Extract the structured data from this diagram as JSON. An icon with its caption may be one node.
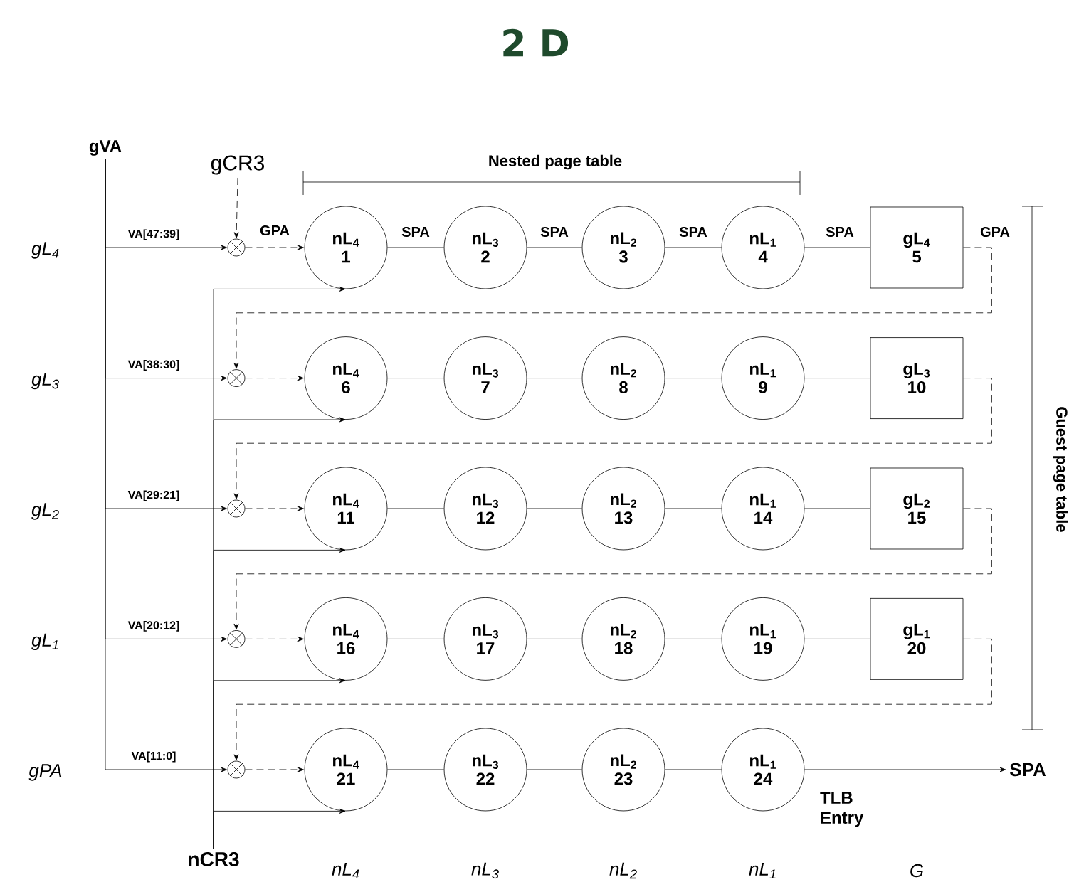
{
  "diagram": {
    "title": "2 D",
    "nodes": [
      {
        "text": [
          "nL$_{4}$",
          "1"
        ]
      },
      {
        "text": [
          "nL$_{3}$",
          "2"
        ]
      },
      {
        "text": [
          "nL$_{2}$",
          "3"
        ]
      },
      {
        "text": [
          "nL$_{1}$",
          "4"
        ]
      },
      {
        "text": [
          "gL$_{4}$",
          "5"
        ]
      },
      {
        "text": [
          "nL$_{4}$",
          "6"
        ]
      },
      {
        "text": [
          "nL$_{3}$",
          "7"
        ]
      },
      {
        "text": [
          "nL$_{2}$",
          "8"
        ]
      },
      {
        "text": [
          "nL$_{1}$",
          "9"
        ]
      },
      {
        "text": [
          "gL$_{3}$",
          "10"
        ]
      },
      {
        "text": [
          "nL$_{4}$",
          "11"
        ]
      },
      {
        "text": [
          "nL$_{3}$",
          "12"
        ]
      },
      {
        "text": [
          "nL$_{2}$",
          "13"
        ]
      },
      {
        "text": [
          "nL$_{1}$",
          "14"
        ]
      },
      {
        "text": [
          "gL$_{2}$",
          "15"
        ]
      },
      {
        "text": [
          "nL$_{4}$",
          "16"
        ]
      },
      {
        "text": [
          "nL$_{3}$",
          "17"
        ]
      },
      {
        "text": [
          "nL$_{2}$",
          "18"
        ]
      },
      {
        "text": [
          "nL$_{1}$",
          "19"
        ]
      },
      {
        "text": [
          "gL$_{1}$",
          "20"
        ]
      },
      {
        "text": [
          "nL$_{4}$",
          "21"
        ]
      },
      {
        "text": [
          "nL$_{3}$",
          "22"
        ]
      },
      {
        "text": [
          "nL$_{2}$",
          "23"
        ]
      },
      {
        "text": [
          "nL$_{1}$",
          "24"
        ]
      },
      {
        "text": [],
        "shape": "circle"
      },
      {
        "text": [],
        "shape": "circle"
      },
      {
        "text": [],
        "shape": "circle"
      },
      {
        "text": [],
        "shape": "circle"
      },
      {
        "text": [],
        "shape": "circle"
      },
      {
        "text": [
          "gVA"
        ]
      },
      {
        "text": [
          "gCR3"
        ]
      },
      {
        "text": [
          "nCR3"
        ]
      },
      {
        "text": [
          "SPA"
        ]
      }
    ],
    "edges": [
      {
        "from": 30,
        "to": 24,
        "arrow": "to",
        "style": "dashed"
      },
      {
        "from": 29,
        "to": 24,
        "arrow": "to",
        "label": "VA[47:39]"
      },
      {
        "from": 24,
        "to": 0,
        "arrow": "to",
        "style": "dashed",
        "label": "GPA"
      },
      {
        "from": 31,
        "to": 0,
        "arrow": "to"
      },
      {
        "from": 0,
        "to": 1,
        "arrow": "none",
        "label": "SPA"
      },
      {
        "from": 1,
        "to": 2,
        "arrow": "none",
        "label": "SPA"
      },
      {
        "from": 2,
        "to": 3,
        "arrow": "none",
        "label": "SPA"
      },
      {
        "from": 3,
        "to": 4,
        "arrow": "none",
        "label": "SPA"
      },
      {
        "from": 4,
        "to": 25,
        "arrow": "to",
        "style": "dashed",
        "label": "GPA"
      },
      {
        "from": 29,
        "to": 25,
        "arrow": "to",
        "label": "VA[38:30]"
      },
      {
        "from": 25,
        "to": 5,
        "arrow": "to",
        "style": "dashed"
      },
      {
        "from": 31,
        "to": 5,
        "arrow": "to"
      },
      {
        "from": 5,
        "to": 6,
        "arrow": "none"
      },
      {
        "from": 6,
        "to": 7,
        "arrow": "none"
      },
      {
        "from": 7,
        "to": 8,
        "arrow": "none"
      },
      {
        "from": 8,
        "to": 9,
        "arrow": "none"
      },
      {
        "from": 9,
        "to": 26,
        "arrow": "to",
        "style": "dashed"
      },
      {
        "from": 29,
        "to": 26,
        "arrow": "to",
        "label": "VA[29:21]"
      },
      {
        "from": 26,
        "to": 10,
        "arrow": "to",
        "style": "dashed"
      },
      {
        "from": 31,
        "to": 10,
        "arrow": "to"
      },
      {
        "from": 10,
        "to": 11,
        "arrow": "none"
      },
      {
        "from": 11,
        "to": 12,
        "arrow": "none"
      },
      {
        "from": 12,
        "to": 13,
        "arrow": "none"
      },
      {
        "from": 13,
        "to": 14,
        "arrow": "none"
      },
      {
        "from": 14,
        "to": 27,
        "arrow": "to",
        "style": "dashed"
      },
      {
        "from": 29,
        "to": 27,
        "arrow": "to",
        "label": "VA[20:12]"
      },
      {
        "from": 27,
        "to": 15,
        "arrow": "to",
        "style": "dashed"
      },
      {
        "from": 31,
        "to": 15,
        "arrow": "to"
      },
      {
        "from": 15,
        "to": 16,
        "arrow": "none"
      },
      {
        "from": 16,
        "to": 17,
        "arrow": "none"
      },
      {
        "from": 17,
        "to": 18,
        "arrow": "none"
      },
      {
        "from": 18,
        "to": 19,
        "arrow": "none"
      },
      {
        "from": 19,
        "to": 28,
        "arrow": "to",
        "style": "dashed"
      },
      {
        "from": 29,
        "to": 28,
        "arrow": "to",
        "label": "VA[11:0]"
      },
      {
        "from": 28,
        "to": 20,
        "arrow": "to",
        "style": "dashed"
      },
      {
        "from": 31,
        "to": 20,
        "arrow": "to"
      },
      {
        "from": 20,
        "to": 21,
        "arrow": "none"
      },
      {
        "from": 21,
        "to": 22,
        "arrow": "none"
      },
      {
        "from": 22,
        "to": 23,
        "arrow": "none"
      },
      {
        "from": 23,
        "to": 32,
        "arrow": "to",
        "label": "TLB Entry"
      }
    ],
    "labels": [
      "Nested page table",
      "Guest page table",
      "gL$_{4}$",
      "gL$_{3}$",
      "gL$_{2}$",
      "gL$_{1}$",
      "gPA",
      "nL$_{4}$",
      "nL$_{3}$",
      "nL$_{2}$",
      "nL$_{1}$",
      "G"
    ]
  }
}
